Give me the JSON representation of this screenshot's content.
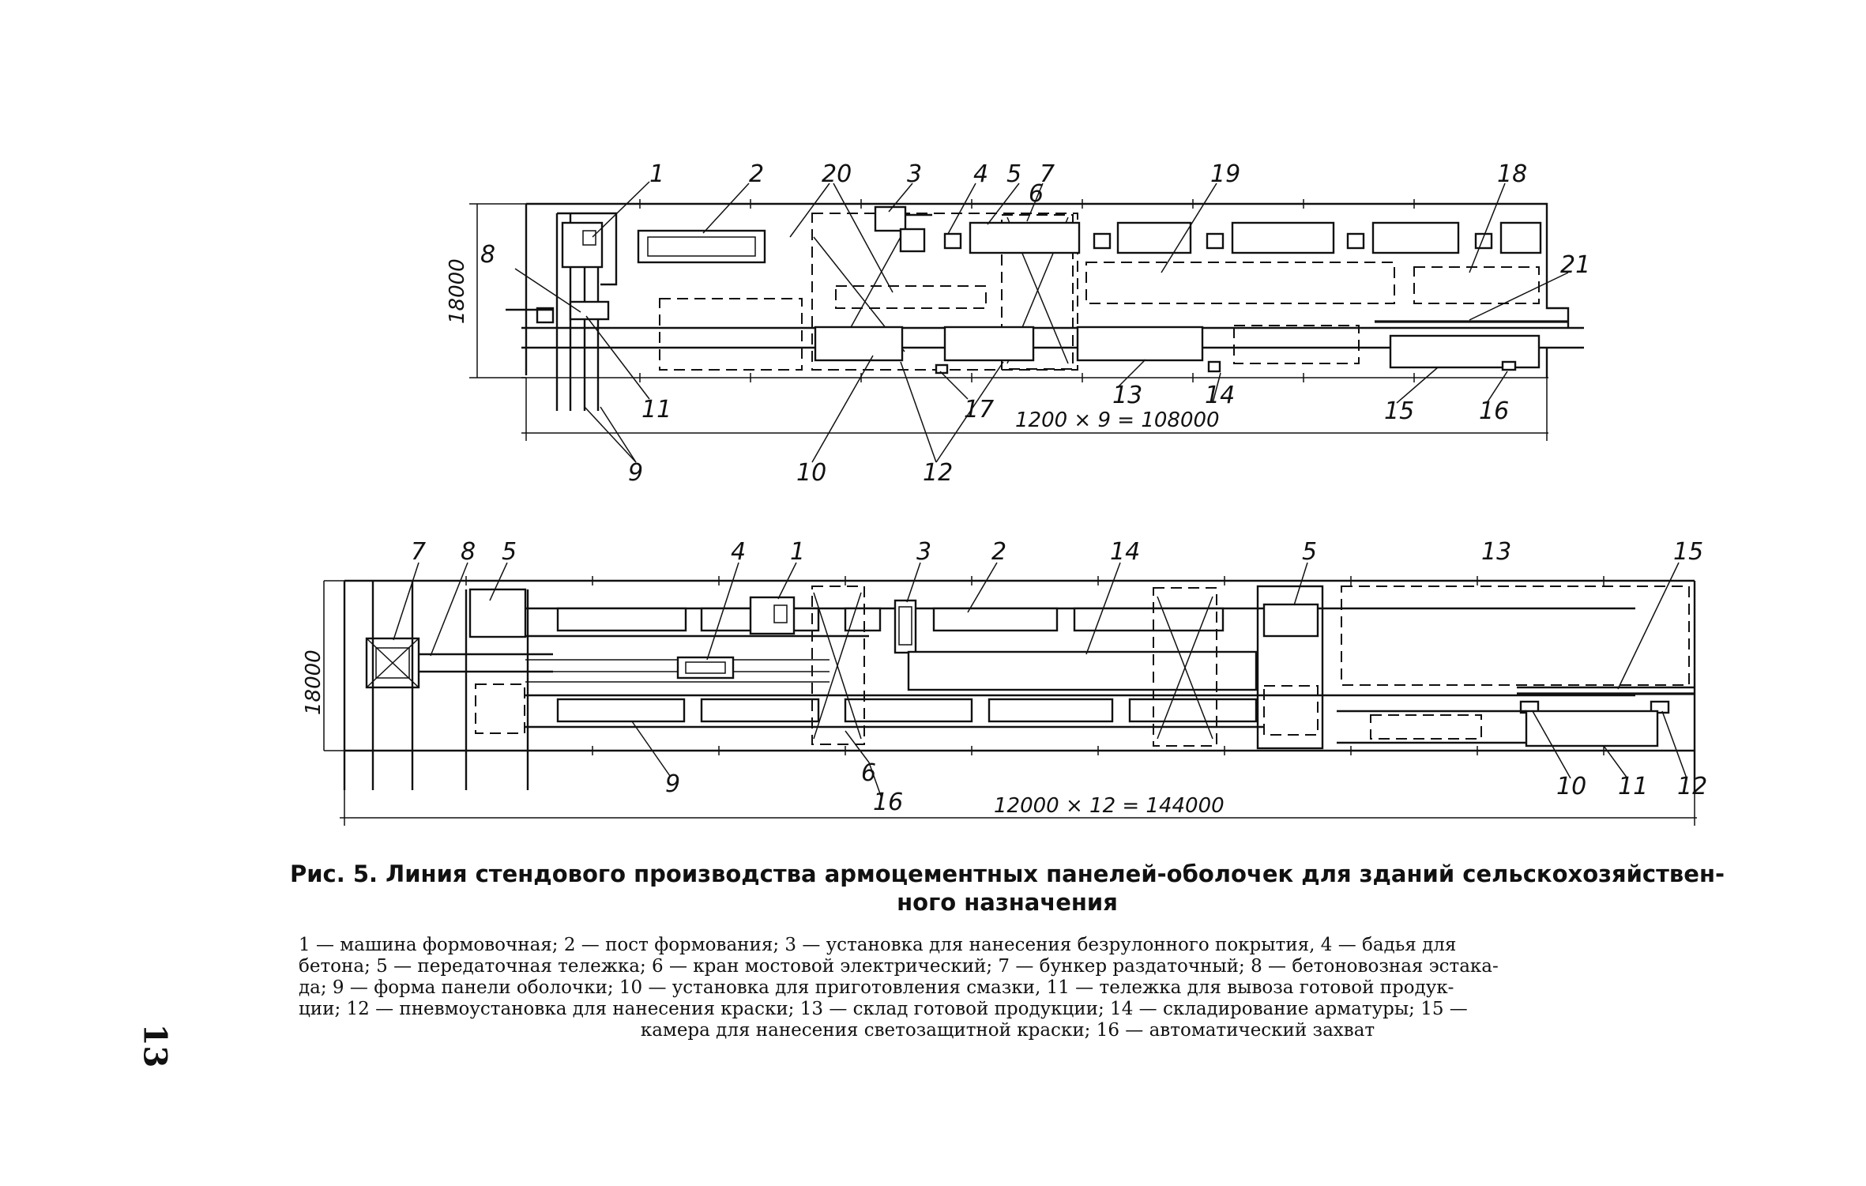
{
  "drawing1": {
    "labels": [
      "1",
      "2",
      "20",
      "3",
      "4",
      "5",
      "7",
      "6",
      "19",
      "18",
      "21",
      "8",
      "11",
      "9",
      "10",
      "12",
      "17",
      "13",
      "14",
      "15",
      "16"
    ],
    "width_dim": "18000",
    "length_dim": "1200 × 9 = 108000"
  },
  "drawing2": {
    "labels": [
      "7",
      "8",
      "5",
      "4",
      "1",
      "3",
      "2",
      "14",
      "5",
      "13",
      "15",
      "9",
      "6",
      "16",
      "10",
      "11",
      "12"
    ],
    "width_dim": "18000",
    "length_dim": "12000 × 12 = 144000"
  },
  "caption": {
    "title_line1": "Рис. 5. Линия стендового производства армоцементных панелей-оболочек для зданий сельскохозяйствен-",
    "title_line2": "ного назначения"
  },
  "legend": {
    "line1": "1 — машина формовочная; 2 — пост формования; 3 — установка для нанесения безрулонного покрытия, 4 — бадья для",
    "line2": "бетона; 5 — передаточная тележка; 6 — кран мостовой электрический; 7 — бункер раздаточный; 8 — бетоновозная эстака-",
    "line3": "да; 9 — форма панели оболочки; 10 — установка для приготовления смазки, 11 — тележка для вывоза готовой продук-",
    "line4": "ции; 12 — пневмоустановка для нанесения краски; 13 — склад готовой продукции; 14 — складирование арматуры; 15 —",
    "line5": "камера для нанесения светозащитной краски; 16 — автоматический захват"
  },
  "page_number": "13"
}
